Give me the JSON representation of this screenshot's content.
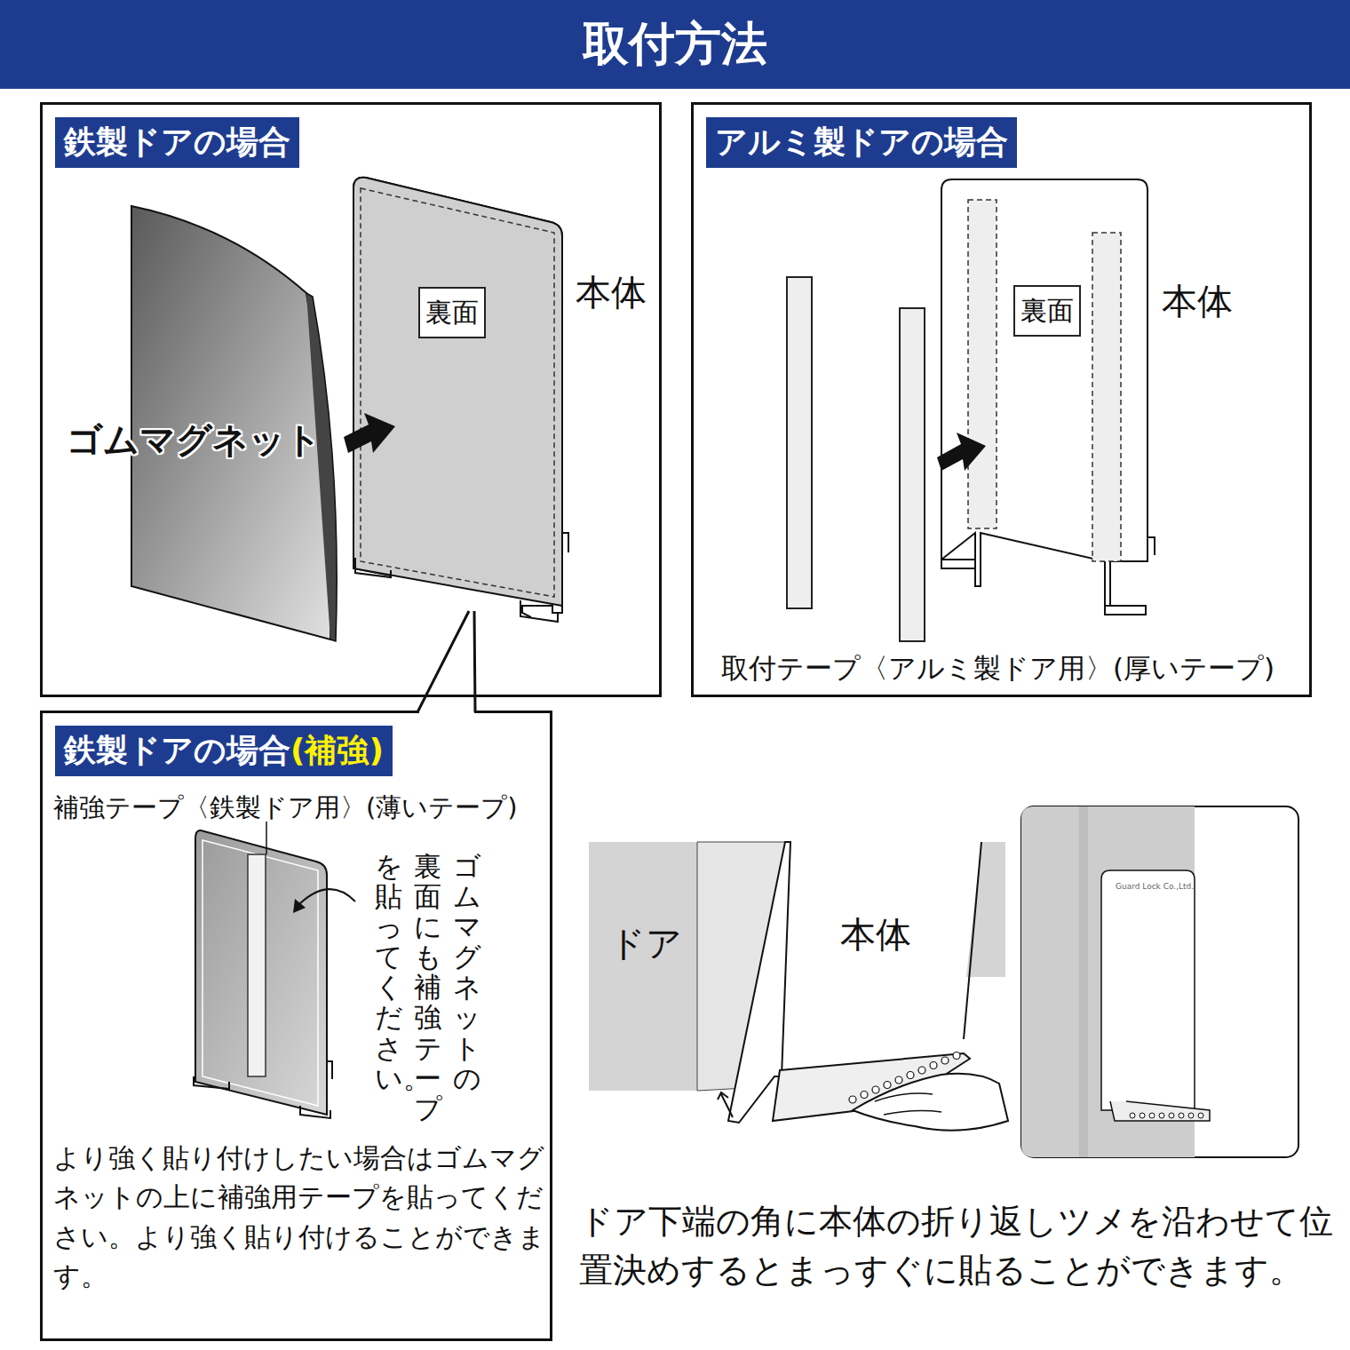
{
  "diagram": {
    "title": "取付方法",
    "nodes": [
      {
        "text": [
          "鉄製ドアの場合"
        ]
      },
      {
        "text": [
          "裏面"
        ],
        "in": 0
      },
      {
        "text": [
          "アルミ製ドアの場合"
        ]
      },
      {
        "text": [
          "裏面"
        ],
        "in": 2
      },
      {
        "text": [
          "鉄製ドアの場合",
          "(補強)"
        ]
      }
    ],
    "labels": [
      "ゴムマグネット",
      "本体",
      "本体",
      "取付テープ〈アルミ製ドア用〉(厚いテープ)",
      "補強テープ〈鉄製ドア用〉(薄いテープ)",
      "ゴムマグネットの",
      "裏面にも補強テープ",
      "を貼ってください。",
      "より強く貼り付けしたい場合はゴムマグネットの上に補強用テープを貼ってください。より強く貼り付けることができます。",
      "ドア",
      "本体",
      "Guard Lock Co.,Ltd.",
      "ドア下端の角に本体の折り返しツメを沿わせて位置決めするとまっすぐに貼ることができます。"
    ]
  }
}
